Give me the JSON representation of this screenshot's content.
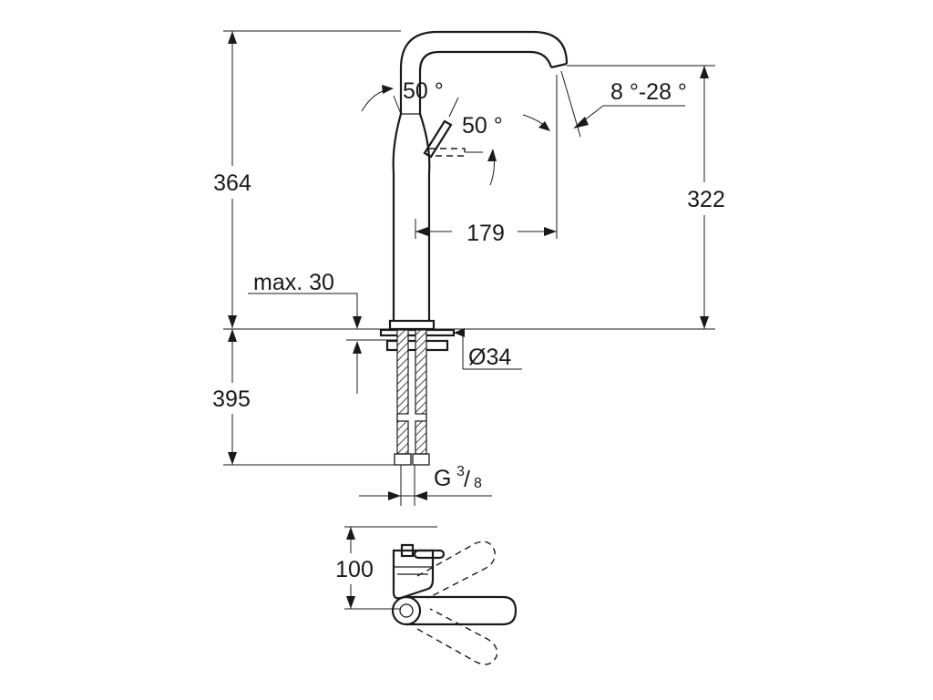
{
  "dimensions": {
    "total_height": "364",
    "spout_height": "322",
    "spout_reach": "179",
    "max_deck_thickness": "max. 30",
    "below_deck_length": "395",
    "hole_diameter": "Ø34",
    "connection_thread_base": "G",
    "connection_thread_num": "3",
    "connection_thread_den": "8",
    "lever_angle_top": "50 °",
    "lever_angle_side": "50 °",
    "spout_angle": "8 °-28 °",
    "plan_view_depth": "100"
  },
  "colors": {
    "line": "#1a1a1a",
    "background": "#ffffff"
  }
}
